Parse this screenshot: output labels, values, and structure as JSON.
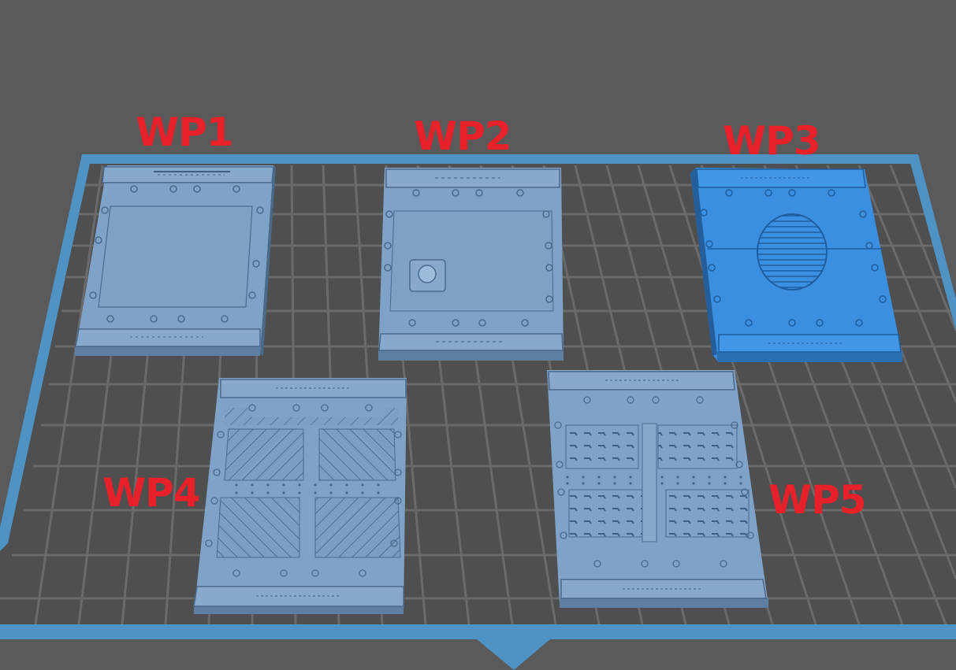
{
  "viewport": {
    "background": "#5a5a5a",
    "plate_color": "#4f4f4f",
    "grid_color": "#6a6a6a",
    "border_color": "#4e93c4",
    "front_indicator": "front-arrow"
  },
  "models": [
    {
      "id": "WP1",
      "label": "WP1",
      "selected": false,
      "color": "#7fa3c8",
      "pattern": "plain"
    },
    {
      "id": "WP2",
      "label": "WP2",
      "selected": false,
      "color": "#7fa3c8",
      "pattern": "button"
    },
    {
      "id": "WP3",
      "label": "WP3",
      "selected": true,
      "color": "#3b8fe0",
      "pattern": "grille"
    },
    {
      "id": "WP4",
      "label": "WP4",
      "selected": false,
      "color": "#7fa3c8",
      "pattern": "diagonal-hatch"
    },
    {
      "id": "WP5",
      "label": "WP5",
      "selected": false,
      "color": "#7fa3c8",
      "pattern": "vent-dots"
    }
  ],
  "labels": {
    "wp1": "WP1",
    "wp2": "WP2",
    "wp3": "WP3",
    "wp4": "WP4",
    "wp5": "WP5"
  }
}
